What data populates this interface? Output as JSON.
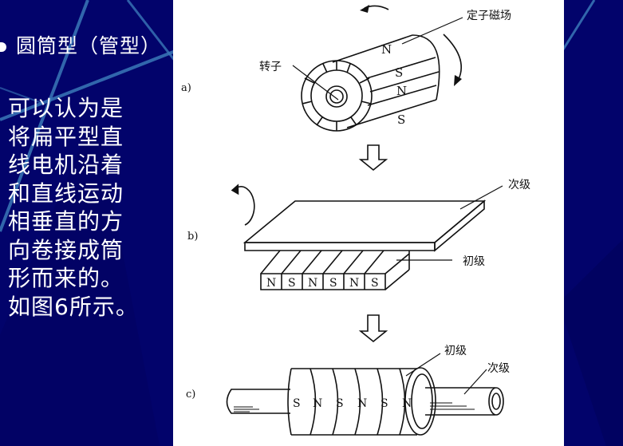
{
  "slide": {
    "title": "圆筒型（管型）",
    "body_lines": [
      "可以认为是",
      "将扁平型直",
      "线电机沿着",
      "和直线运动",
      "相垂直的方",
      "向卷接成筒",
      "形而来的。",
      "如图6所示。"
    ]
  },
  "figure": {
    "panel_a": {
      "label": "a)",
      "stator_label": "定子磁场",
      "rotor_label": "转子",
      "poles": [
        "N",
        "S",
        "N",
        "S"
      ]
    },
    "panel_b": {
      "label": "b)",
      "secondary_label": "次级",
      "primary_label": "初级",
      "poles": [
        "N",
        "S",
        "N",
        "S",
        "N",
        "S"
      ]
    },
    "panel_c": {
      "label": "c)",
      "primary_label": "初级",
      "secondary_label": "次级",
      "poles": [
        "S",
        "N",
        "S",
        "N",
        "S",
        "N"
      ]
    }
  },
  "colors": {
    "background": "#02036b",
    "accent_line": "#3a6fb0",
    "text": "#ffffff",
    "panel": "#ffffff"
  }
}
